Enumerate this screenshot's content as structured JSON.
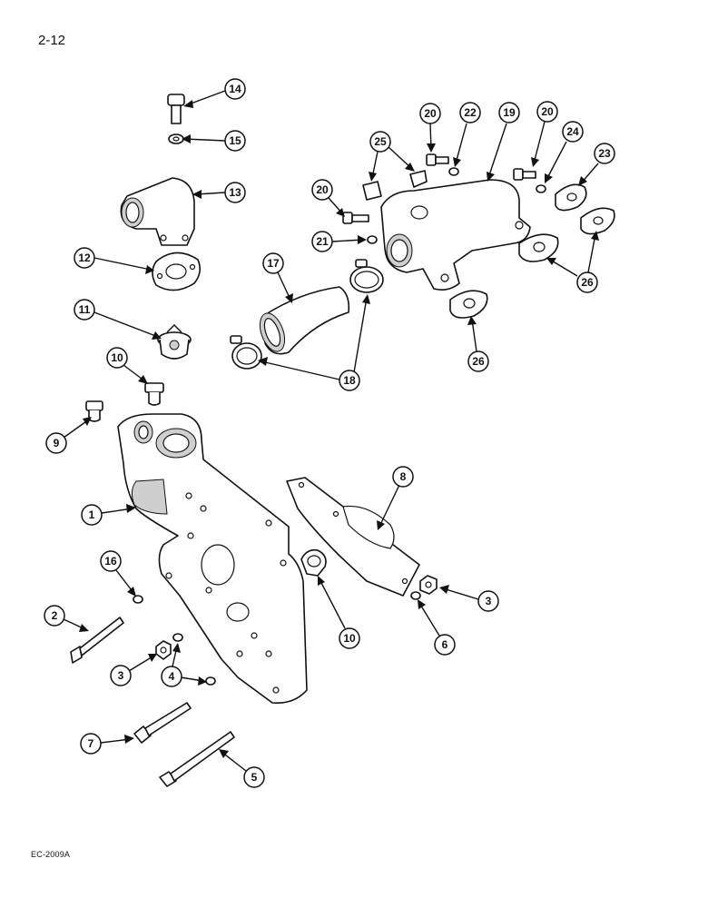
{
  "page_number": "2-12",
  "reference_code": "EC-2009A",
  "callouts": [
    {
      "label": "14",
      "part": "bolt"
    },
    {
      "label": "15",
      "part": "lock-washer"
    },
    {
      "label": "13",
      "part": "thermostat-elbow"
    },
    {
      "label": "12",
      "part": "gasket"
    },
    {
      "label": "11",
      "part": "thermostat"
    },
    {
      "label": "10",
      "part": "plug"
    },
    {
      "label": "9",
      "part": "plug"
    },
    {
      "label": "1",
      "part": "water-pump-housing"
    },
    {
      "label": "16",
      "part": "lock-washer"
    },
    {
      "label": "2",
      "part": "bolt"
    },
    {
      "label": "3",
      "part": "nut"
    },
    {
      "label": "4",
      "part": "lock-washer"
    },
    {
      "label": "7",
      "part": "bolt"
    },
    {
      "label": "5",
      "part": "bolt"
    },
    {
      "label": "8",
      "part": "gasket-plate"
    },
    {
      "label": "10",
      "part": "plug"
    },
    {
      "label": "6",
      "part": "lock-washer"
    },
    {
      "label": "3",
      "part": "nut"
    },
    {
      "label": "17",
      "part": "hose"
    },
    {
      "label": "18",
      "part": "hose-clamp"
    },
    {
      "label": "20",
      "part": "bolt"
    },
    {
      "label": "21",
      "part": "washer"
    },
    {
      "label": "25",
      "part": "plug"
    },
    {
      "label": "20",
      "part": "bolt"
    },
    {
      "label": "22",
      "part": "washer"
    },
    {
      "label": "19",
      "part": "water-manifold"
    },
    {
      "label": "20",
      "part": "bolt"
    },
    {
      "label": "24",
      "part": "washer"
    },
    {
      "label": "23",
      "part": "gasket"
    },
    {
      "label": "26",
      "part": "gasket"
    },
    {
      "label": "26",
      "part": "gasket"
    }
  ]
}
